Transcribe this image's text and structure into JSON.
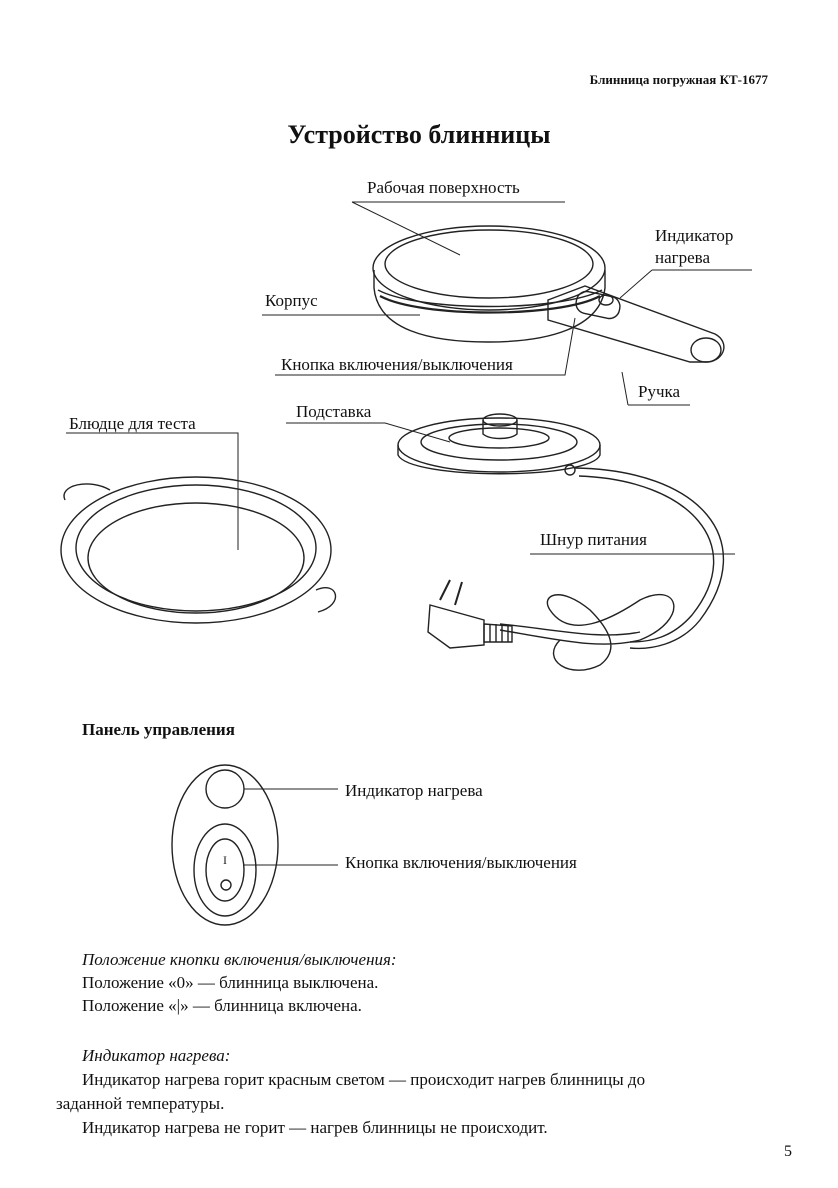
{
  "header": {
    "running_title": "Блинница погружная КТ-1677"
  },
  "title": "Устройство блинницы",
  "diagram": {
    "labels": {
      "work_surface": "Рабочая поверхность",
      "heat_indicator_line1": "Индикатор",
      "heat_indicator_line2": "нагрева",
      "body": "Корпус",
      "power_button": "Кнопка включения/выключения",
      "handle": "Ручка",
      "batter_dish": "Блюдце для теста",
      "stand": "Подставка",
      "power_cord": "Шнур питания"
    },
    "switch_marks": {
      "on": "I",
      "off": "O"
    }
  },
  "control_panel": {
    "heading": "Панель управления",
    "heat_indicator": "Индикатор нагрева",
    "power_button": "Кнопка включения/выключения"
  },
  "text": {
    "button_position_heading": "Положение кнопки включения/выключения:",
    "position_off": "Положение «0» — блинница выключена.",
    "position_on": "Положение «|» — блинница включена.",
    "indicator_heading": "Индикатор нагрева:",
    "indicator_on_p1": "Индикатор нагрева горит красным светом — происходит нагрев блинницы до",
    "indicator_on_p2": "заданной температуры.",
    "indicator_off": "Индикатор нагрева не горит — нагрев блинницы не происходит."
  },
  "footer": {
    "page_number": "5"
  }
}
